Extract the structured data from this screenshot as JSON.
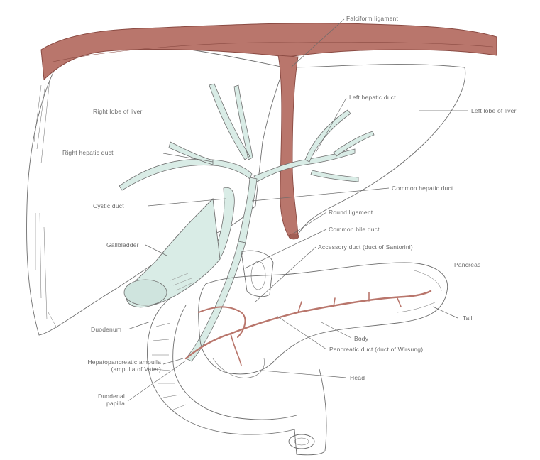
{
  "labels": {
    "falciform_ligament": "Falciform ligament",
    "right_lobe": "Right lobe of liver",
    "left_hepatic_duct": "Left hepatic duct",
    "left_lobe": "Left lobe of liver",
    "right_hepatic_duct": "Right hepatic duct",
    "common_hepatic_duct": "Common hepatic duct",
    "cystic_duct": "Cystic duct",
    "round_ligament": "Round ligament",
    "common_bile_duct": "Common bile duct",
    "gallbladder": "Gallbladder",
    "accessory_duct": "Accessory duct (duct of Santorini)",
    "pancreas": "Pancreas",
    "tail": "Tail",
    "duodenum": "Duodenum",
    "body": "Body",
    "pancreatic_duct": "Pancreatic duct (duct of Wirsung)",
    "hepatopancreatic_ampulla_1": "Hepatopancreatic ampulla",
    "hepatopancreatic_ampulla_2": "(ampulla of Vater)",
    "head": "Head",
    "duodenal_papilla_1": "Duodenal",
    "duodenal_papilla_2": "papilla"
  },
  "colors": {
    "ligament": "#b9766c",
    "ligament_dark": "#8a4a42",
    "duct_fill": "#d9ece6",
    "outline": "#6f6f6f",
    "leader": "#6a6a6a"
  }
}
